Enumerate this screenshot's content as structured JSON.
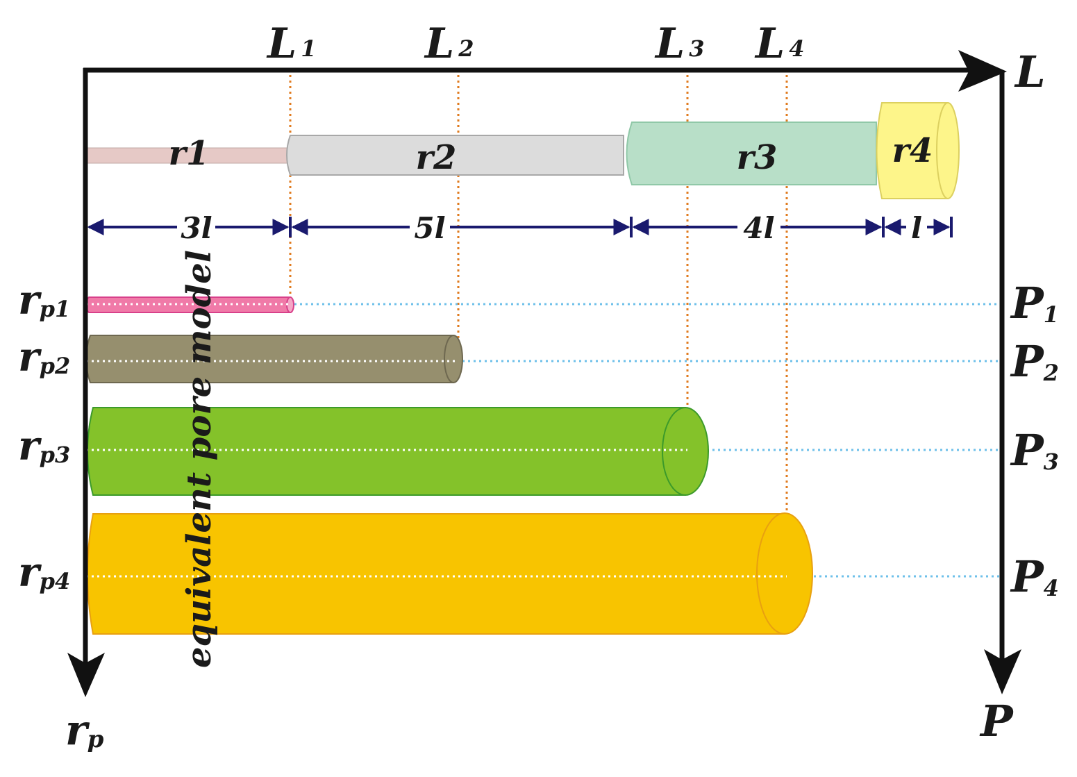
{
  "axes": {
    "top_axis_label": "L",
    "left_axis_label": "r",
    "left_axis_sub": "p",
    "right_axis_label": "P"
  },
  "L_marks": [
    {
      "main": "L",
      "sub": "1"
    },
    {
      "main": "L",
      "sub": "2"
    },
    {
      "main": "L",
      "sub": "3"
    },
    {
      "main": "L",
      "sub": "4"
    }
  ],
  "series_pore": [
    {
      "label": "r1",
      "color": "#e6c9c6"
    },
    {
      "label": "r2",
      "color": "#dcdcdc"
    },
    {
      "label": "r3",
      "color": "#b8dfc8"
    },
    {
      "label": "r4",
      "color": "#fdf58a"
    }
  ],
  "segment_lengths": [
    "3l",
    "5l",
    "4l",
    "l"
  ],
  "rp_labels": [
    {
      "main": "r",
      "sub": "p1"
    },
    {
      "main": "r",
      "sub": "p2"
    },
    {
      "main": "r",
      "sub": "p3"
    },
    {
      "main": "r",
      "sub": "p4"
    }
  ],
  "P_labels": [
    {
      "main": "P",
      "sub": "1"
    },
    {
      "main": "P",
      "sub": "2"
    },
    {
      "main": "P",
      "sub": "3"
    },
    {
      "main": "P",
      "sub": "4"
    }
  ],
  "equivalent_cylinders": [
    {
      "color": "#f07aa8",
      "stroke": "#d8408a"
    },
    {
      "color": "#968f6e",
      "stroke": "#6e6850"
    },
    {
      "color": "#84c22a",
      "stroke": "#3c9a2a"
    },
    {
      "color": "#f8c400",
      "stroke": "#e8a010"
    }
  ],
  "vertical_caption": "equivalent pore model",
  "colors": {
    "axis": "#111111",
    "dimension": "#1a1a6e",
    "orange_guide": "#e07b1f",
    "blue_guide": "#6ec0ea"
  }
}
